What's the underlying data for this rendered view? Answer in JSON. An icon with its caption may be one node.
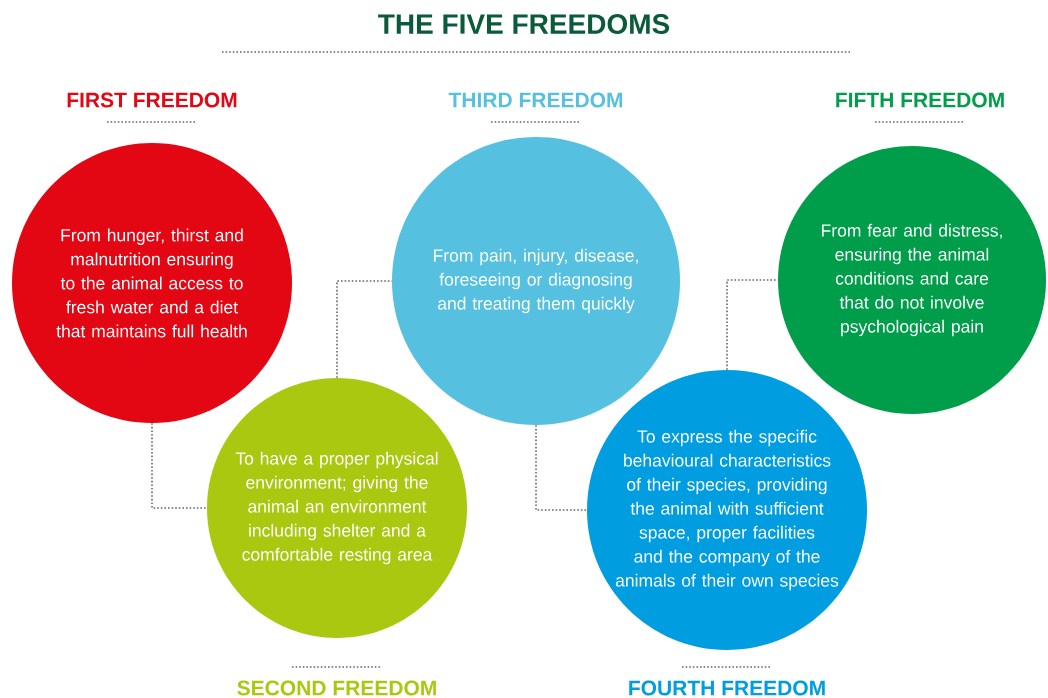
{
  "diagram": {
    "title": "THE FIVE FREEDOMS",
    "nodes": [
      {
        "text": [
          "FIRST FREEDOM",
          "From hunger, thirst and malnutrition ensuring to the animal access to fresh water and a diet that maintains full health"
        ]
      },
      {
        "text": [
          "To have a proper physical environment; giving the animal an environment including shelter and a comfortable resting area",
          "SECOND FREEDOM"
        ]
      },
      {
        "text": [
          "THIRD FREEDOM",
          "From pain, injury, disease, foreseeing or diagnosing and treating them quickly"
        ]
      },
      {
        "text": [
          "To express the specific behavioural characteristics of their species, providing the animal with sufficient space, proper facilities and the company of the animals of their own species",
          "FOURTH FREEDOM"
        ]
      },
      {
        "text": [
          "FIFTH FREEDOM",
          "From fear and distress, ensuring the animal conditions and care that do not involve psychological pain"
        ]
      }
    ],
    "edges": [
      {
        "from": 0,
        "to": 1,
        "arrow": "none",
        "style": "dashed"
      },
      {
        "from": 1,
        "to": 2,
        "arrow": "none",
        "style": "dashed"
      },
      {
        "from": 2,
        "to": 3,
        "arrow": "none",
        "style": "dashed"
      },
      {
        "from": 3,
        "to": 4,
        "arrow": "none",
        "style": "dashed"
      }
    ]
  }
}
